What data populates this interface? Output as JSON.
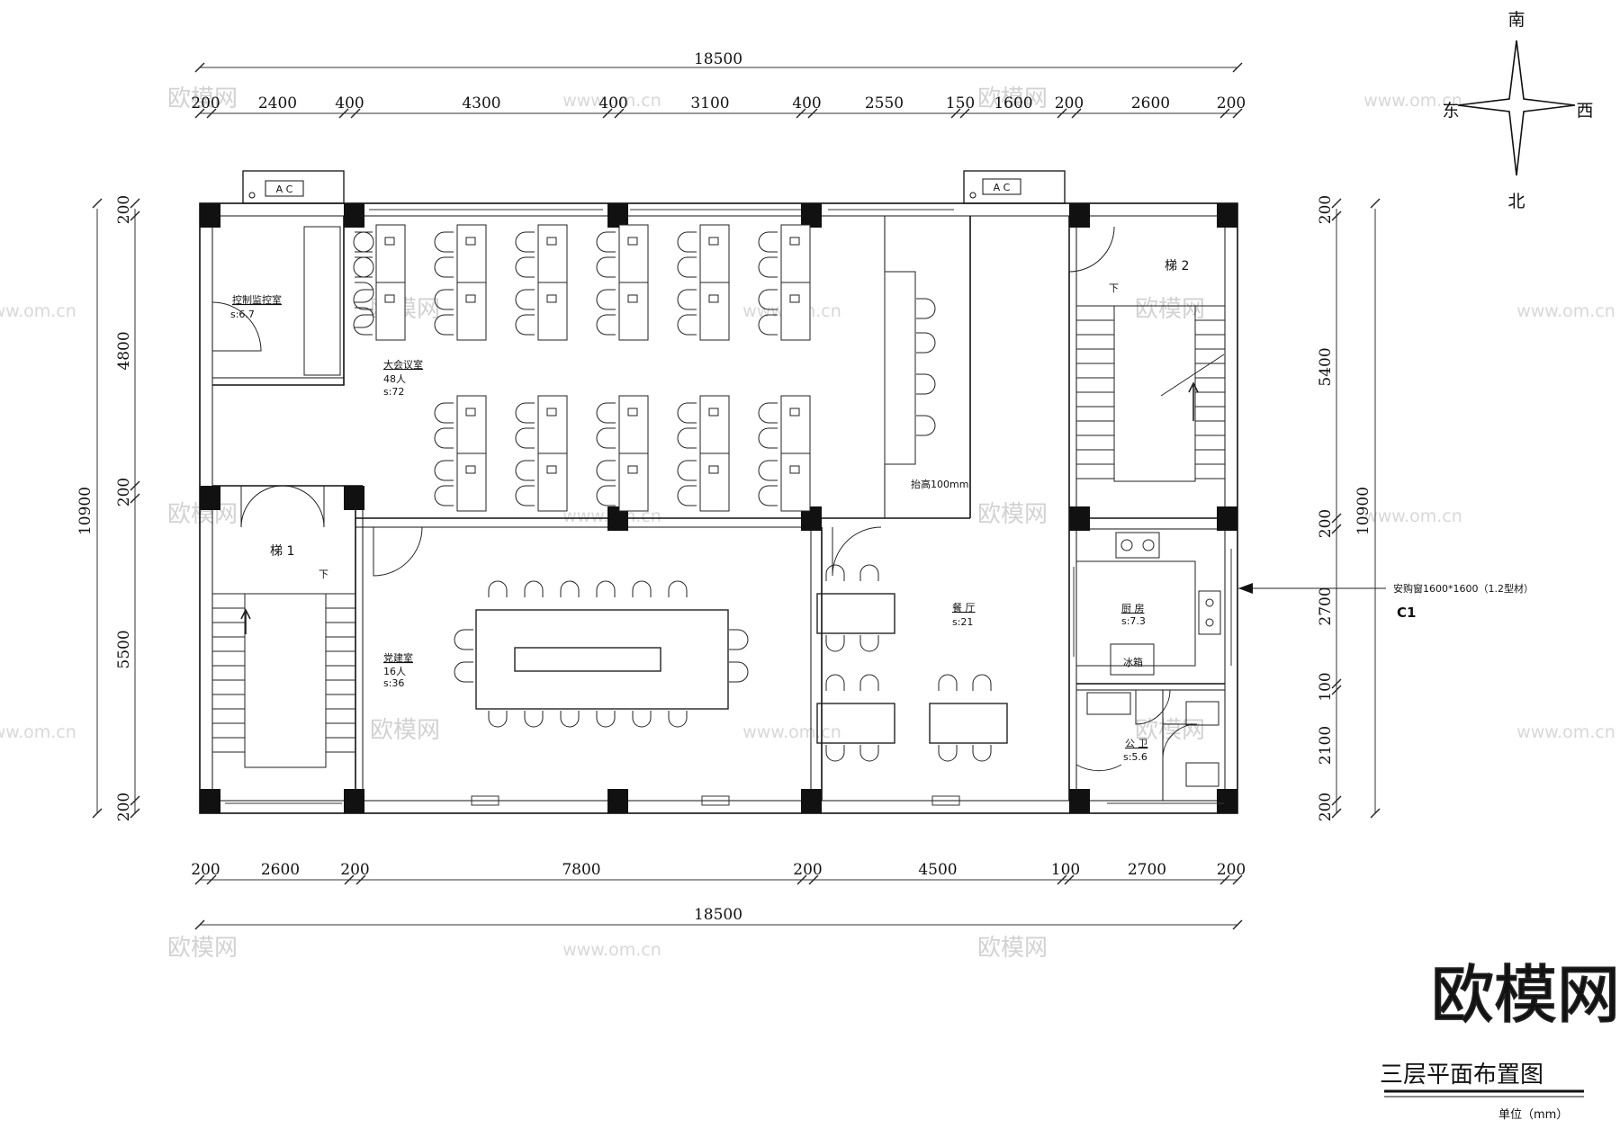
{
  "title": "三层平面布置图",
  "unit": "单位（mm）",
  "compass": {
    "south": "南",
    "north": "北",
    "east": "东",
    "west": "西"
  },
  "watermarks": {
    "brand": "欧模网",
    "url": "www.om.cn",
    "big": "欧模网"
  },
  "dimensions": {
    "top_total": "18500",
    "top": [
      "200",
      "2400",
      "400",
      "4300",
      "400",
      "3100",
      "400",
      "2550",
      "150",
      "1600",
      "200",
      "2600",
      "200"
    ],
    "bottom_total": "18500",
    "bottom": [
      "200",
      "2600",
      "200",
      "7800",
      "200",
      "4500",
      "100",
      "2700",
      "200"
    ],
    "left_total": "10900",
    "left": [
      "200",
      "4800",
      "200",
      "5500",
      "200"
    ],
    "right_total": "10900",
    "right": [
      "200",
      "5400",
      "200",
      "2700",
      "100",
      "2100",
      "200"
    ]
  },
  "rooms": {
    "control": {
      "name": "控制监控室",
      "area": "s:6.7"
    },
    "meeting": {
      "name": "大会议室",
      "people": "48人",
      "area": "s:72"
    },
    "platform": {
      "note": "抬高100mm"
    },
    "stair1": {
      "name": "梯 1",
      "down": "下"
    },
    "stair2": {
      "name": "梯 2",
      "down": "下"
    },
    "party": {
      "name": "党建室",
      "people": "16人",
      "area": "s:36"
    },
    "dining": {
      "name": "餐  厅",
      "area": "s:21"
    },
    "kitchen": {
      "name": "厨  房",
      "area": "s:7.3",
      "fridge": "冰箱"
    },
    "toilet": {
      "name": "公  卫",
      "area": "s:5.6"
    }
  },
  "ac_labels": [
    "A  C",
    "A  C"
  ],
  "window_note": {
    "text": "安购窗1600*1600（1.2型材）",
    "code": "C1"
  }
}
